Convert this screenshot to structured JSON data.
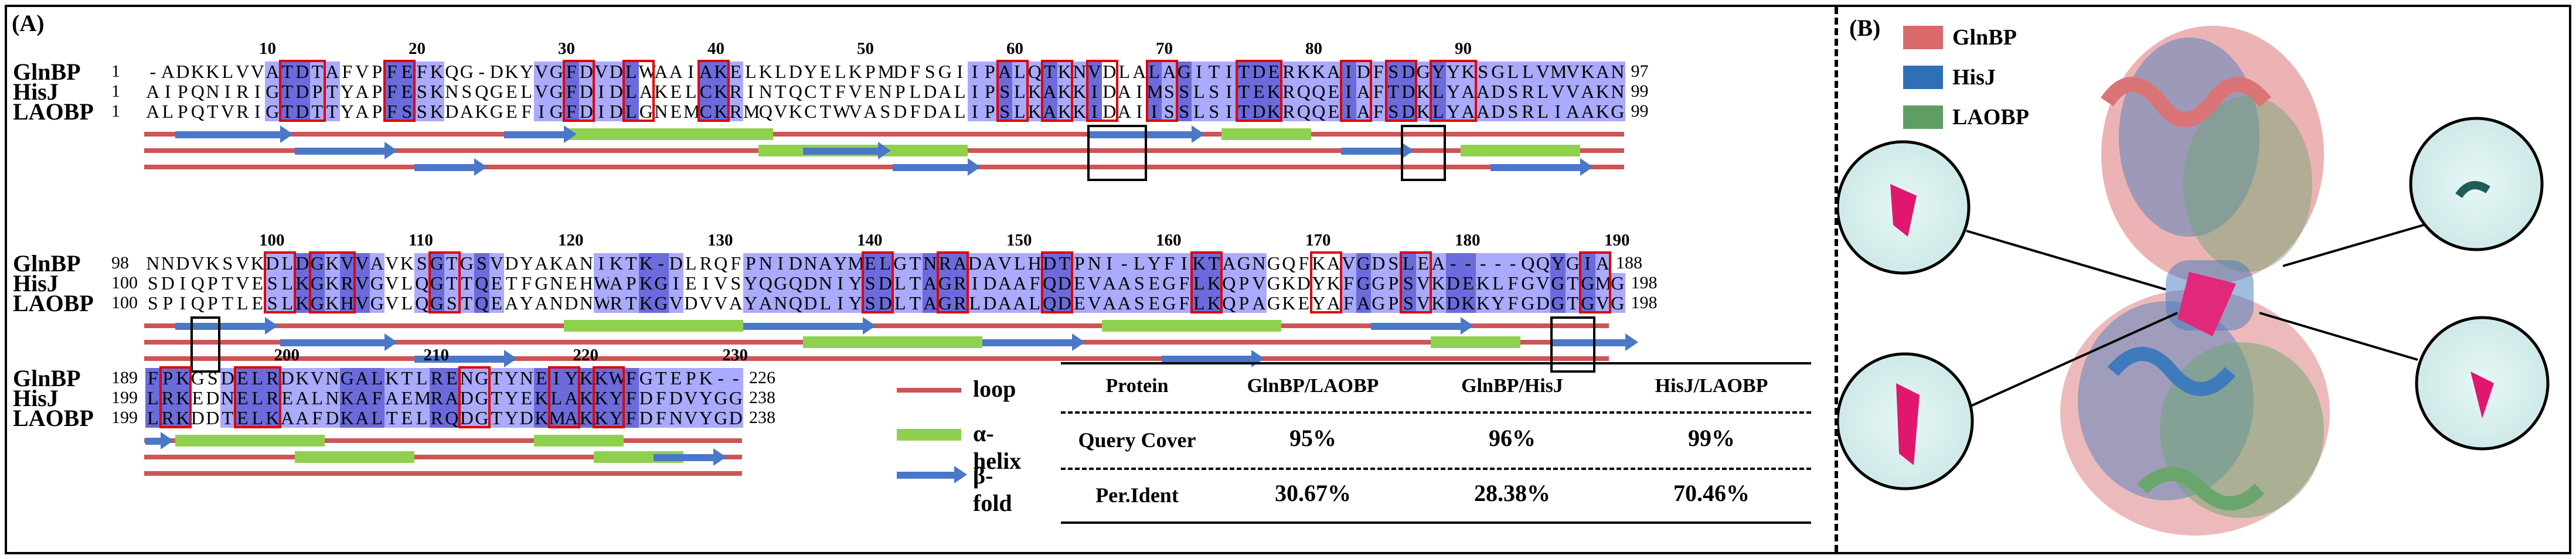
{
  "panel_a_label": "(A)",
  "panel_b_label": "(B)",
  "blocks": [
    {
      "ticks": [
        "10",
        "20",
        "30",
        "40",
        "50",
        "60",
        "70",
        "80",
        "90"
      ],
      "rows": [
        {
          "name": "GlnBP",
          "start": "1",
          "seq": "-ADKKLVVATDTAFVPFEFKQG-DKYVGFDVDLWAAIAKELKLDYELKPMDFSGIIPALQTKNVDLALAGITITDERKKAIDFSDGYYKSGLLVMVKAN",
          "end": "97"
        },
        {
          "name": "HisJ",
          "start": "1",
          "seq": "AIPQNIRIGTDPTYAPFESKNSQGELVGFDIDLAKELCKRINTQCTFVENPLDALIPSLKAKKIDAIMSSLSITEKRQQEIAFTDKLYAADSRLVVAKN",
          "end": "99"
        },
        {
          "name": "LAOBP",
          "start": "1",
          "seq": "ALPQTVRIGTDTTYAPFSSKDAKGEFIGFDIDLGNEMCKRMQVKCTWVASDFDALIPSLKAKKIDAIISSLSITDKRQQEIAFSDKLYAADSRLIAAKG",
          "end": "99"
        }
      ]
    },
    {
      "ticks": [
        "100",
        "110",
        "120",
        "130",
        "140",
        "150",
        "160",
        "170",
        "180",
        "190"
      ],
      "rows": [
        {
          "name": "GlnBP",
          "start": "98",
          "seq": "NNDVKSVKDLDGKVVAVKSGTGSVDYAKANIKTK-DLRQFPNIDNAYMELGTNRADAVLHDTPNI-LYFIKTAGNGQFKAVGDSLEA-----QQYGIA",
          "end": "188"
        },
        {
          "name": "HisJ",
          "start": "100",
          "seq": "SDIQPTVESLKGKRVGVLQGTTQETFGNEHWAPKGIEIVSYQGQDNIYSDLTAGRIDAAFQDEVAASEGFLKQPVGKDYKFGGPSVKDEKLFGVGTGMG",
          "end": "198"
        },
        {
          "name": "LAOBP",
          "start": "100",
          "seq": "SPIQPTLESLKGKHVGVLQGSTQEAYANDNWRTKGVDVVAYANQDLIYSDLTAGRLDAALQDEVAASEGFLKQPAGKEYAFAGPSVKDKKYFGDGTGVG",
          "end": "198"
        }
      ]
    },
    {
      "ticks": [
        "200",
        "210",
        "220",
        "230"
      ],
      "rows": [
        {
          "name": "GlnBP",
          "start": "189",
          "seq": "FPKGSDELRDKVNGALKTLRENGTYNEIYKKWFGTEPK--",
          "end": "226"
        },
        {
          "name": "HisJ",
          "start": "199",
          "seq": "LRKEDNELREALNKAFAEMRADGTYEKLAKKYFDFDVYGG",
          "end": "238"
        },
        {
          "name": "LAOBP",
          "start": "199",
          "seq": "LRKDDTELKAAFDKALTELRQDGTYDKMAKKYFDFNVYGD",
          "end": "238"
        }
      ]
    }
  ],
  "legend": {
    "loop": "loop",
    "helix": "α-helix",
    "fold": "β-fold"
  },
  "colors": {
    "loop": "#cc5555",
    "helix": "#8fd14f",
    "fold": "#4a78c8",
    "highlight": "#aaaaff",
    "dark": "#6b6bdc",
    "box": "#e00000",
    "glnbp": "#d9696b",
    "hisj": "#2f6fb7",
    "laobp": "#5e9e62"
  },
  "table": {
    "headers": [
      "Protein",
      "GlnBP/LAOBP",
      "GlnBP/HisJ",
      "HisJ/LAOBP"
    ],
    "rows": [
      {
        "label": "Query Cover",
        "values": [
          "95%",
          "96%",
          "99%"
        ]
      },
      {
        "label": "Per.Ident",
        "values": [
          "30.67%",
          "28.38%",
          "70.46%"
        ]
      }
    ]
  },
  "structure_legend": [
    {
      "name": "GlnBP",
      "color": "#d9696b"
    },
    {
      "name": "HisJ",
      "color": "#2f6fb7"
    },
    {
      "name": "LAOBP",
      "color": "#5e9e62"
    }
  ]
}
